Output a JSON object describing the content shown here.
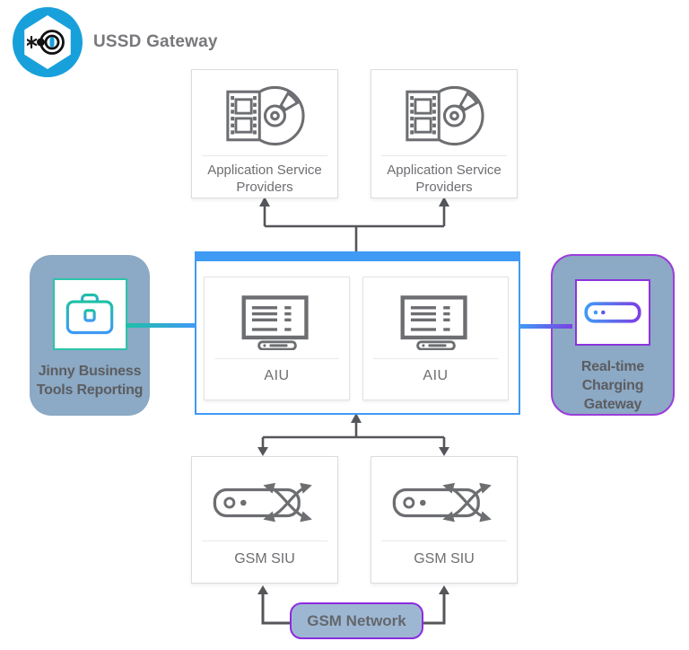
{
  "header": {
    "title": "USSD Gateway"
  },
  "palette": {
    "logo_blue": "#18A0DB",
    "hub_blue": "#3F9AF5",
    "teal": "#1EC0A5",
    "purple": "#7C3FE4",
    "violet_border": "#8C2BE0",
    "panel_bg": "#8CA9C5",
    "network_bg": "#9DB7D3",
    "icon_gray": "#6D6E71",
    "wire_gray": "#54565A"
  },
  "nodes": {
    "asp1": {
      "label": "Application Service Providers"
    },
    "asp2": {
      "label": "Application Service Providers"
    },
    "aiu1": {
      "label": "AIU"
    },
    "aiu2": {
      "label": "AIU"
    },
    "jinny": {
      "label": "Jinny Business Tools Reporting"
    },
    "charging": {
      "label": "Real-time Charging Gateway"
    },
    "siu1": {
      "label": "GSM SIU"
    },
    "siu2": {
      "label": "GSM SIU"
    },
    "network": {
      "label": "GSM Network"
    }
  }
}
